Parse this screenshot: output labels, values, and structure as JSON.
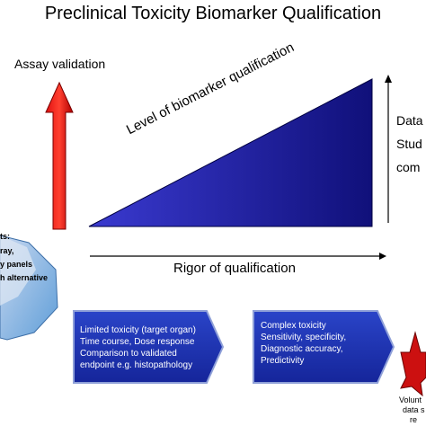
{
  "title": "Preclinical Toxicity Biomarker Qualification",
  "assay_label": "Assay validation",
  "rigor_label": "Rigor of qualification",
  "level_label": "Level of biomarker qualification",
  "right_partial": [
    "Data",
    "Stud",
    "com"
  ],
  "left_partial": [
    "ts:",
    "ray,",
    "y panels",
    "h alternative"
  ],
  "box1_lines": [
    "Limited toxicity (target organ)",
    "Time course, Dose response",
    "Comparison to validated",
    "endpoint e.g. histopathology"
  ],
  "box2_lines": [
    "Complex toxicity",
    "Sensitivity, specificity,",
    "Diagnostic accuracy,",
    "Predictivity"
  ],
  "volunteer_lines": [
    "Volunt",
    "data s",
    "re"
  ],
  "colors": {
    "triangle": "#1a1a99",
    "red_arrow": "#cc0000",
    "box_fill": "#1f35b0",
    "box_stroke": "#8fa0d8",
    "polygon": "#6fa8dc",
    "star": "#cc1010"
  }
}
